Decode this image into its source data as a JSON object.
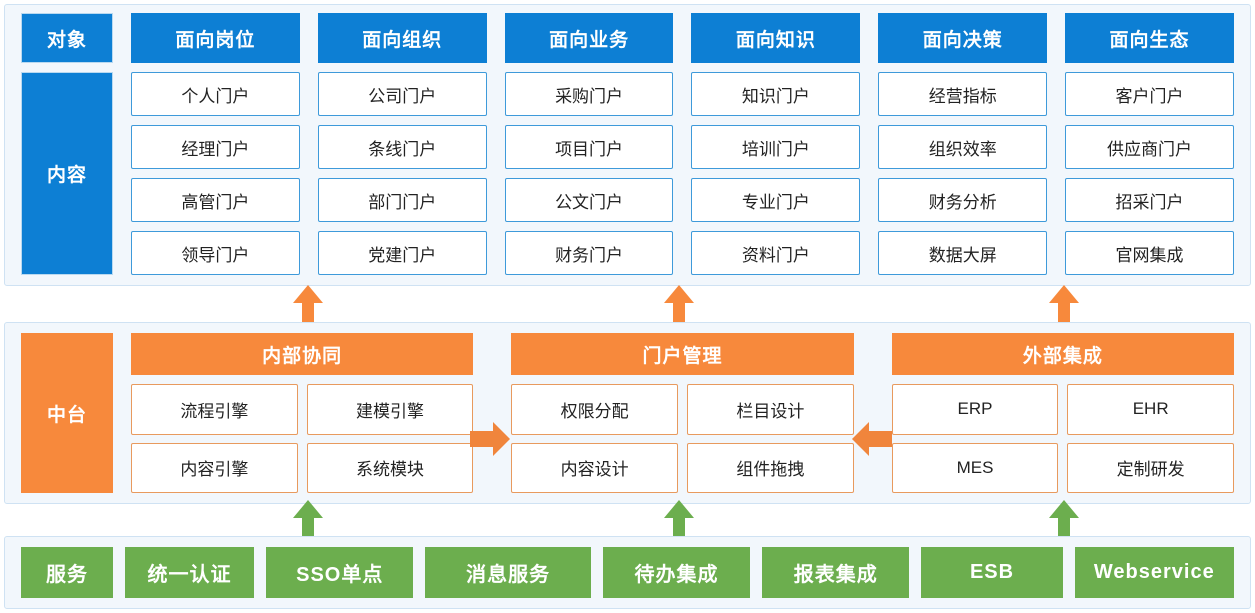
{
  "colors": {
    "blue": "#0d7fd4",
    "orange": "#f7893c",
    "green": "#6cae4e",
    "panel_bg": "#f2f7fc",
    "panel_border": "#cfe2f3",
    "blue_cell_border": "#3e9ada",
    "orange_cell_border": "#e89a5e"
  },
  "top": {
    "axis": {
      "header": "对象",
      "body": "内容"
    },
    "columns": [
      {
        "header": "面向岗位",
        "cells": [
          "个人门户",
          "经理门户",
          "高管门户",
          "领导门户"
        ]
      },
      {
        "header": "面向组织",
        "cells": [
          "公司门户",
          "条线门户",
          "部门门户",
          "党建门户"
        ]
      },
      {
        "header": "面向业务",
        "cells": [
          "采购门户",
          "项目门户",
          "公文门户",
          "财务门户"
        ]
      },
      {
        "header": "面向知识",
        "cells": [
          "知识门户",
          "培训门户",
          "专业门户",
          "资料门户"
        ]
      },
      {
        "header": "面向决策",
        "cells": [
          "经营指标",
          "组织效率",
          "财务分析",
          "数据大屏"
        ]
      },
      {
        "header": "面向生态",
        "cells": [
          "客户门户",
          "供应商门户",
          "招采门户",
          "官网集成"
        ]
      }
    ]
  },
  "middle": {
    "axis": {
      "label": "中台"
    },
    "groups": [
      {
        "header": "内部协同",
        "rows": [
          [
            "流程引擎",
            "建模引擎"
          ],
          [
            "内容引擎",
            "系统模块"
          ]
        ]
      },
      {
        "header": "门户管理",
        "rows": [
          [
            "权限分配",
            "栏目设计"
          ],
          [
            "内容设计",
            "组件拖拽"
          ]
        ]
      },
      {
        "header": "外部集成",
        "rows": [
          [
            "ERP",
            "EHR"
          ],
          [
            "MES",
            "定制研发"
          ]
        ]
      }
    ]
  },
  "bottom": {
    "cells": [
      "服务",
      "统一认证",
      "SSO单点",
      "消息服务",
      "待办集成",
      "报表集成",
      "ESB",
      "Webservice"
    ]
  }
}
